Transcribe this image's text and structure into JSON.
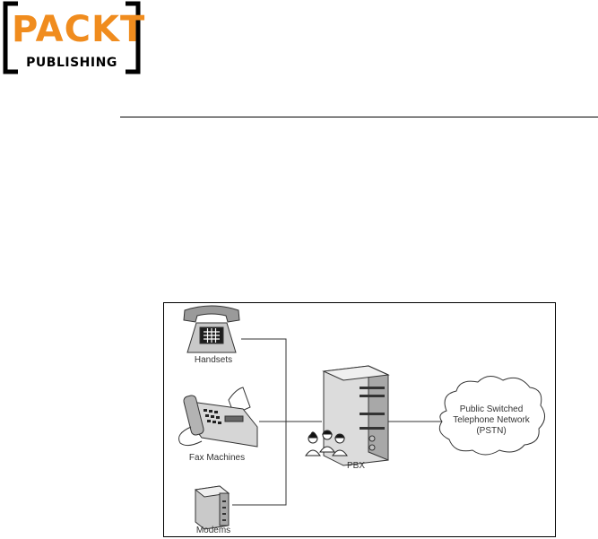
{
  "logo": {
    "main": "PACKT",
    "sub": "PUBLISHING"
  },
  "colors": {
    "brand_orange": "#F08C1E",
    "black": "#000000",
    "line": "#333333"
  },
  "diagram": {
    "nodes": [
      {
        "id": "handsets",
        "label": "Handsets",
        "icon": "telephone-icon"
      },
      {
        "id": "fax",
        "label": "Fax Machines",
        "icon": "fax-machine-icon"
      },
      {
        "id": "modems",
        "label": "Modems",
        "icon": "modem-icon"
      },
      {
        "id": "pbx",
        "label": "PBX",
        "icon": "server-tower-icon"
      },
      {
        "id": "pstn",
        "label": "Public Switched Telephone Network (PSTN)",
        "icon": "cloud-icon"
      }
    ],
    "edges": [
      {
        "from": "handsets",
        "to": "pbx"
      },
      {
        "from": "fax",
        "to": "pbx"
      },
      {
        "from": "modems",
        "to": "pbx"
      },
      {
        "from": "pbx",
        "to": "pstn"
      }
    ]
  }
}
